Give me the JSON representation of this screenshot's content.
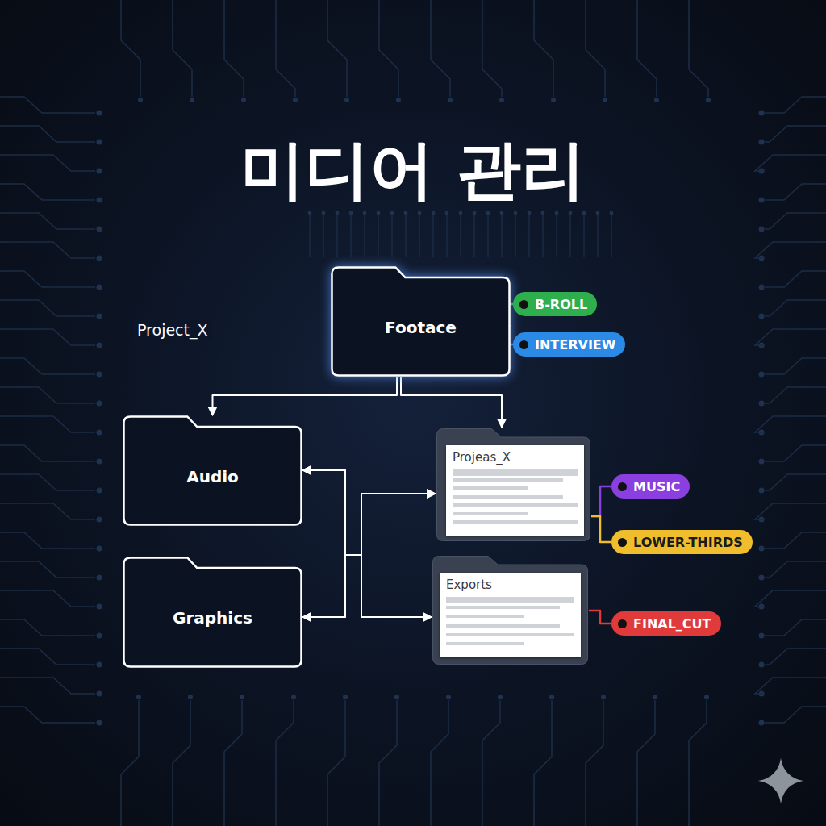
{
  "diagram": {
    "title": "미디어 관리",
    "nodes": [
      {
        "text": [
          "Footace"
        ]
      },
      {
        "text": [
          "B-ROLL"
        ]
      },
      {
        "text": [
          "INTERVIEW"
        ]
      },
      {
        "text": [
          "Audio"
        ]
      },
      {
        "text": [
          "Projeas_X"
        ]
      },
      {
        "text": [
          "MUSIC"
        ]
      },
      {
        "text": [
          "LOWER-THIRDS"
        ]
      },
      {
        "text": [
          "Graphics"
        ]
      },
      {
        "text": [
          "Exports"
        ]
      },
      {
        "text": [
          "FINAL_CUT"
        ]
      }
    ],
    "edges": [
      {
        "from": 0,
        "to": 1,
        "arrow": "none"
      },
      {
        "from": 0,
        "to": 2,
        "arrow": "none"
      },
      {
        "from": 0,
        "to": 3,
        "arrow": "to"
      },
      {
        "from": 0,
        "to": 4,
        "arrow": "to"
      },
      {
        "from": 3,
        "to": 4,
        "arrow": "both"
      },
      {
        "from": 3,
        "to": 8,
        "arrow": "both"
      },
      {
        "from": 7,
        "to": 4,
        "arrow": "both"
      },
      {
        "from": 7,
        "to": 8,
        "arrow": "both"
      },
      {
        "from": 4,
        "to": 5,
        "arrow": "none"
      },
      {
        "from": 4,
        "to": 6,
        "arrow": "none"
      },
      {
        "from": 8,
        "to": 9,
        "arrow": "none"
      }
    ],
    "labels": [
      "Project_X"
    ]
  }
}
